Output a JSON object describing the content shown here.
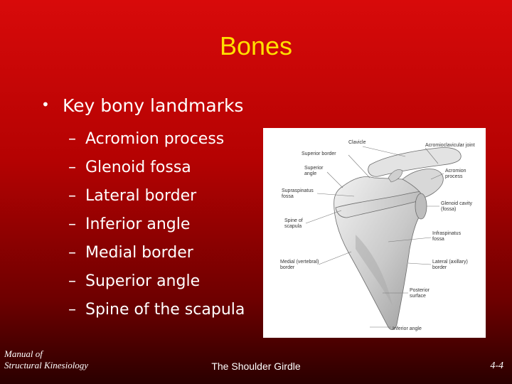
{
  "slide": {
    "title": "Bones",
    "bullet": "Key bony landmarks",
    "bullet_marker": "•",
    "sub_marker": "–",
    "sub_items": [
      "Acromion process",
      "Glenoid fossa",
      "Lateral border",
      "Inferior angle",
      "Medial border",
      "Superior angle",
      "Spine of the scapula"
    ]
  },
  "figure": {
    "labels": {
      "clavicle": "Clavicle",
      "acromioclavicular_joint": "Acromioclavicular joint",
      "superior_border": "Superior border",
      "superior_angle_1": "Superior",
      "superior_angle_2": "angle",
      "acromion_process_1": "Acromion",
      "acromion_process_2": "process",
      "supraspinatus_fossa_1": "Supraspinatus",
      "supraspinatus_fossa_2": "fossa",
      "glenoid_cavity_1": "Glenoid cavity",
      "glenoid_cavity_2": "(fossa)",
      "spine_of_scapula_1": "Spine of",
      "spine_of_scapula_2": "scapula",
      "infraspinatus_fossa_1": "Infraspinatus",
      "infraspinatus_fossa_2": "fossa",
      "medial_border_1": "Medial (vertebral)",
      "medial_border_2": "border",
      "lateral_border_1": "Lateral (axillary)",
      "lateral_border_2": "border",
      "posterior_surface_1": "Posterior",
      "posterior_surface_2": "surface",
      "inferior_angle": "Inferior angle"
    }
  },
  "footer": {
    "left_line1": "Manual of",
    "left_line2": "Structural Kinesiology",
    "center": "The Shoulder Girdle",
    "right": "4-4"
  }
}
